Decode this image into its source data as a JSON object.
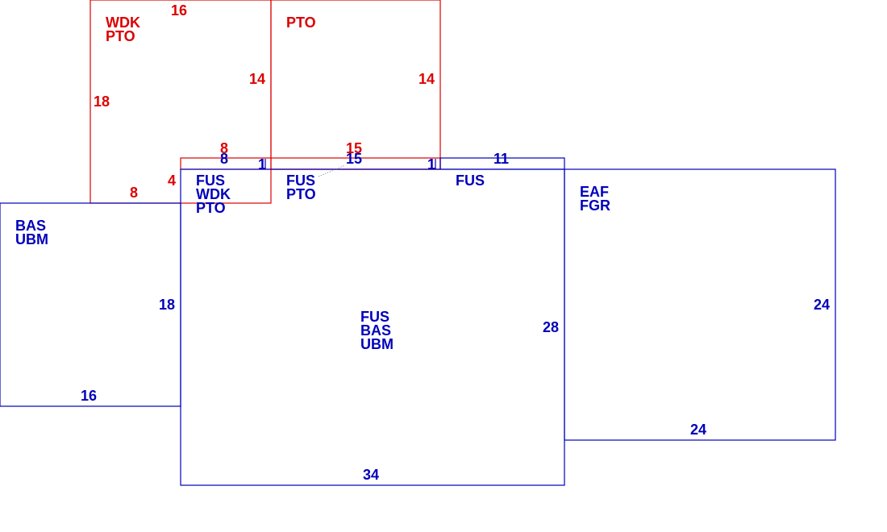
{
  "colors": {
    "red": "#dd0000",
    "blue": "#0000bb"
  },
  "zones": {
    "wdk_pto": {
      "line1": "WDK",
      "line2": "PTO"
    },
    "pto_top": {
      "line1": "PTO"
    },
    "bas_ubm_left": {
      "line1": "BAS",
      "line2": "UBM"
    },
    "fus_wdk_pto": {
      "line1": "FUS",
      "line2": "WDK",
      "line3": "PTO"
    },
    "fus_pto": {
      "line1": "FUS",
      "line2": "PTO"
    },
    "fus_strip": {
      "line1": "FUS"
    },
    "fus_bas_ubm": {
      "line1": "FUS",
      "line2": "BAS",
      "line3": "UBM"
    },
    "eaf_fgr": {
      "line1": "EAF",
      "line2": "FGR"
    }
  },
  "dimensions": {
    "wdk_top": "16",
    "wdk_left": "18",
    "wdk_right": "14",
    "pto_right": "14",
    "red_step_8_top": "8",
    "red_step_15_top": "15",
    "red_8_left": "8",
    "red_4": "4",
    "blue_8": "8",
    "blue_1_left": "1",
    "blue_15": "15",
    "blue_1_right": "1",
    "blue_11": "11",
    "bas_right": "18",
    "bas_bottom": "16",
    "main_right": "28",
    "main_bottom": "34",
    "eaf_right": "24",
    "eaf_bottom": "24"
  }
}
